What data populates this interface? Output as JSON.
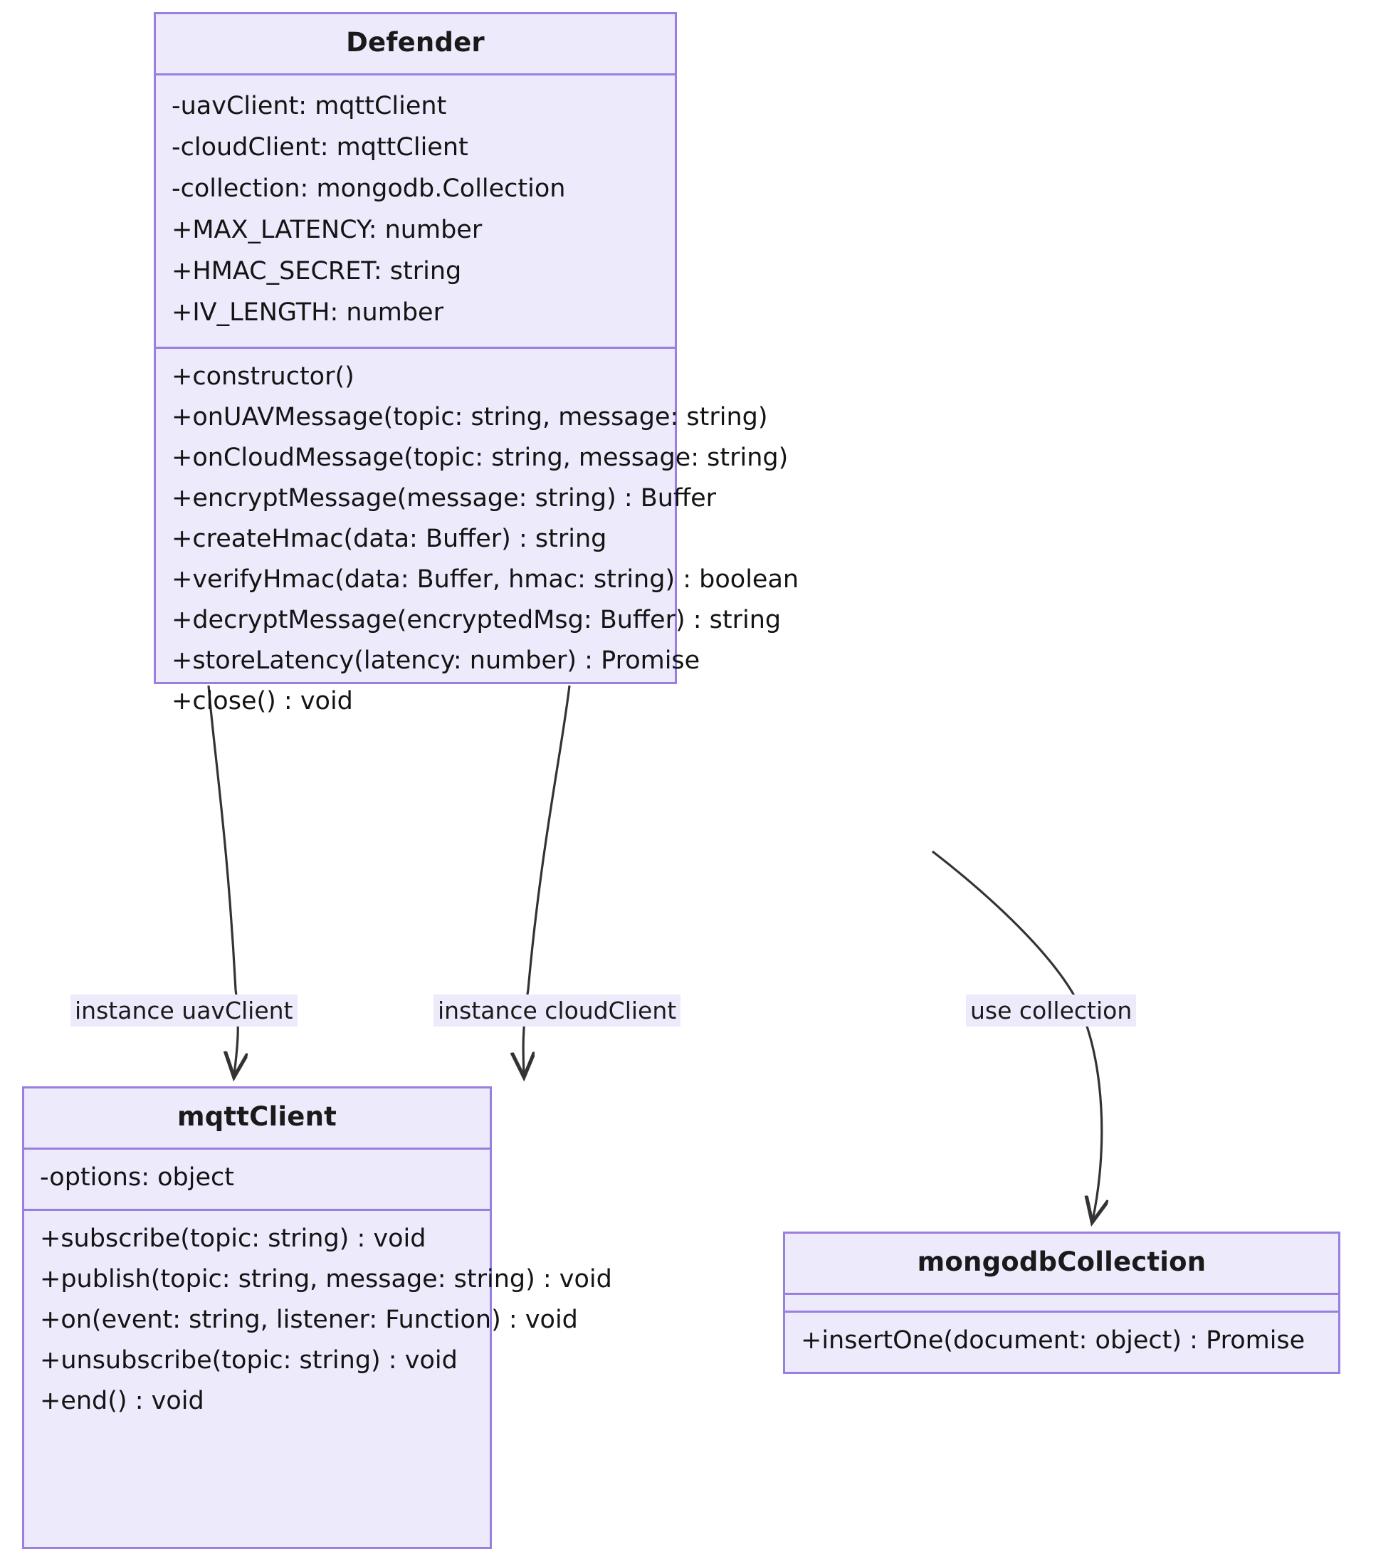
{
  "diagram": {
    "type": "uml-class-diagram",
    "colors": {
      "class_fill": "#ECEAFB",
      "class_border": "#9A7FE0",
      "text": "#141414",
      "edge": "#333333",
      "label_background": "#ECEAFB"
    },
    "classes": [
      {
        "id": "defender",
        "name": "Defender",
        "attributes": [
          "-uavClient: mqttClient",
          "-cloudClient: mqttClient",
          "-collection: mongodb.Collection",
          "+MAX_LATENCY: number",
          "+HMAC_SECRET: string",
          "+IV_LENGTH: number"
        ],
        "methods": [
          "+constructor()",
          "+onUAVMessage(topic: string, message: string)",
          "+onCloudMessage(topic: string, message: string)",
          "+encryptMessage(message: string) : Buffer",
          "+createHmac(data: Buffer) : string",
          "+verifyHmac(data: Buffer, hmac: string) : boolean",
          "+decryptMessage(encryptedMsg: Buffer) : string",
          "+storeLatency(latency: number) : Promise",
          "+close() : void"
        ]
      },
      {
        "id": "mqttclient",
        "name": "mqttClient",
        "attributes": [
          "-options: object"
        ],
        "methods": [
          "+subscribe(topic: string) : void",
          "+publish(topic: string, message: string) : void",
          "+on(event: string, listener: Function) : void",
          "+unsubscribe(topic: string) : void",
          "+end() : void"
        ]
      },
      {
        "id": "mongodbcollection",
        "name": "mongodbCollection",
        "attributes": [],
        "methods": [
          "+insertOne(document: object) : Promise"
        ]
      }
    ],
    "relations": [
      {
        "id": "uav",
        "from": "defender",
        "to": "mqttclient",
        "label": "instance uavClient",
        "arrow": "open-arrow"
      },
      {
        "id": "cloud",
        "from": "defender",
        "to": "mqttclient",
        "label": "instance cloudClient",
        "arrow": "open-arrow"
      },
      {
        "id": "collection",
        "from": "defender",
        "to": "mongodbcollection",
        "label": "use collection",
        "arrow": "open-arrow"
      }
    ]
  }
}
